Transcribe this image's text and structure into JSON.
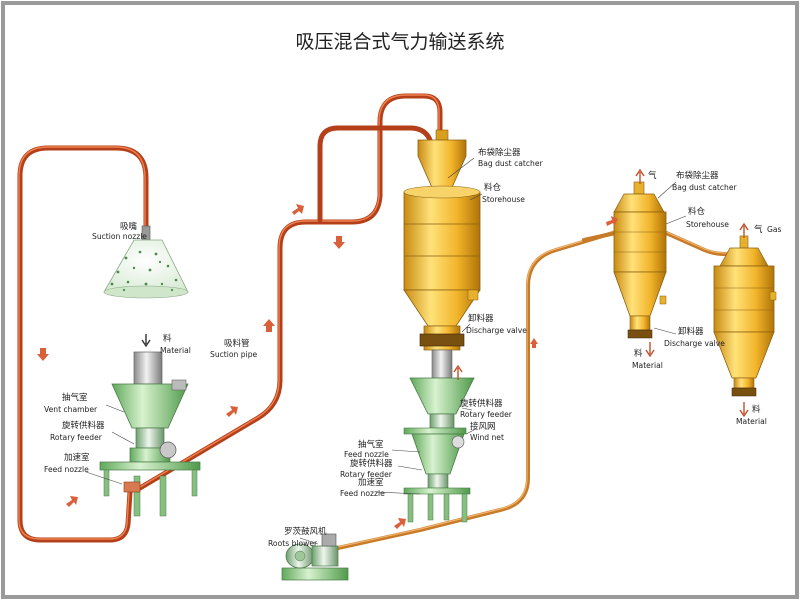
{
  "title": "吸压混合式气力输送系统",
  "labels": {
    "suction_nozzle_cn": "吸嘴",
    "suction_nozzle_en": "Suction nozzle",
    "material_in_cn": "料",
    "material_in_en": "Material",
    "vent_chamber_cn": "抽气室",
    "vent_chamber_en": "Vent chamber",
    "rotary_feeder_left_cn": "旋转供料器",
    "rotary_feeder_left_en": "Rotary feeder",
    "feed_nozzle_left_cn": "加速室",
    "feed_nozzle_left_en": "Feed nozzle",
    "suction_pipe_cn": "吸料管",
    "suction_pipe_en": "Suction pipe",
    "bag_catcher_mid_cn": "布袋除尘器",
    "bag_catcher_mid_en": "Bag dust catcher",
    "storehouse_mid_cn": "料仓",
    "storehouse_mid_en": "Storehouse",
    "discharge_valve_mid_cn": "卸料器",
    "discharge_valve_mid_en": "Discharge valve",
    "rotary_feeder_mid_cn": "旋转供料器",
    "rotary_feeder_mid_en": "Rotary feeder",
    "wind_net_cn": "接风网",
    "wind_net_en": "Wind net",
    "vent_chamber_mid_cn": "抽气室",
    "feed_nozzle_mid_en": "Feed nozzle",
    "rotary_feeder_mid2_cn": "旋转供料器",
    "rotary_feeder_mid2_en": "Rotary feeder",
    "feed_nozzle_mid_cn": "加速室",
    "feed_nozzle_mid2_en": "Feed nozzle",
    "roots_blower_cn": "罗茨鼓风机",
    "roots_blower_en": "Roots blower",
    "gas_right_cn": "气",
    "bag_catcher_right_cn": "布袋除尘器",
    "bag_catcher_right_en": "Bag dust catcher",
    "storehouse_right_cn": "料仓",
    "storehouse_right_en": "Storehouse",
    "gas_far_cn": "气",
    "gas_far_en": "Gas",
    "discharge_valve_right_cn": "卸料器",
    "discharge_valve_right_en": "Discharge valve",
    "material_out1_cn": "料",
    "material_out1_en": "Material",
    "material_out2_cn": "料",
    "material_out2_en": "Material"
  },
  "colors": {
    "pipe_red": "#b4401a",
    "pipe_orange": "#c77a28",
    "equipment_green": "#9fd49a",
    "tank_yellow": "#f2c23a",
    "flow_arrow": "#d9603a"
  }
}
